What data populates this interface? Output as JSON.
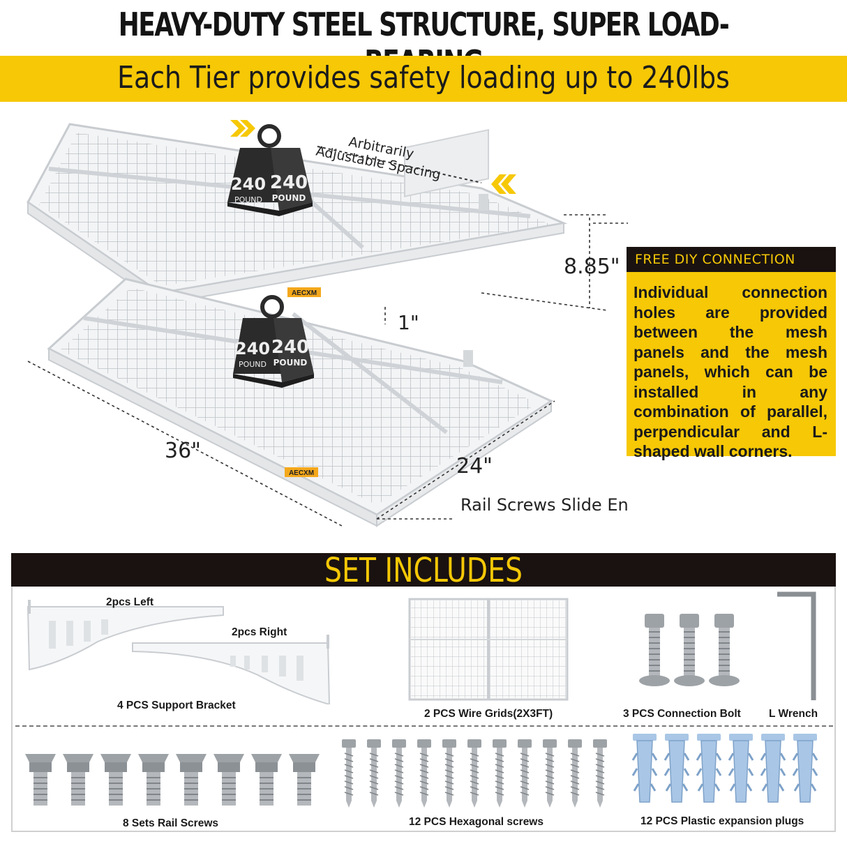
{
  "headline": "HEAVY-DUTY STEEL STRUCTURE, SUPER LOAD-BEARING",
  "banner": "Each Tier provides safety loading up to 240lbs",
  "rack": {
    "spacing_label_line1": "Arbitrarily",
    "spacing_label_line2": "Adjustable Spacing",
    "weight_value": "240",
    "weight_unit": "POUND",
    "brand": "AECXM",
    "height": "8.85\"",
    "gap": "1\"",
    "length": "36\"",
    "depth": "24\"",
    "rail_note": "Rail Screws Slide Entry"
  },
  "diy": {
    "title": "FREE DIY CONNECTION",
    "body": "Individual connection holes are provided between the mesh panels and the mesh panels, which can be installed in any combination of parallel, perpendicular and L-shaped wall corners."
  },
  "set": {
    "title": "SET INCLUDES",
    "items": {
      "bracket_left": "2pcs Left",
      "bracket_right": "2pcs Right",
      "bracket": "4 PCS Support Bracket",
      "grids": "2 PCS Wire Grids(2X3FT)",
      "bolts": "3 PCS Connection Bolt",
      "wrench": "L Wrench",
      "rail_screws": "8 Sets Rail Screws",
      "hex_screws": "12 PCS Hexagonal screws",
      "plugs": "12 PCS Plastic expansion plugs"
    }
  },
  "colors": {
    "accent": "#f6c806",
    "dark": "#1a1210",
    "plug": "#a9c6e6",
    "weight": "#2b2b2b"
  }
}
